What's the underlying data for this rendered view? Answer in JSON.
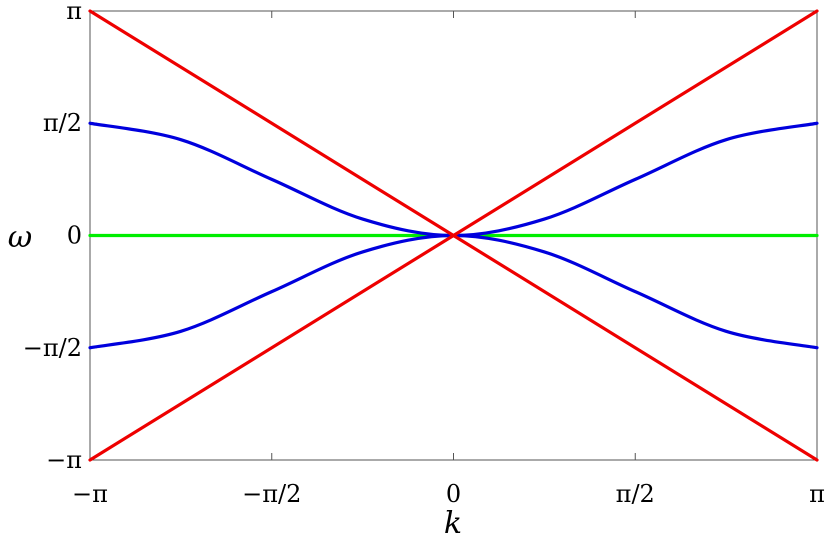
{
  "chart_data": {
    "type": "line",
    "xlabel": "k",
    "ylabel": "ω",
    "xlim": [
      -3.14159,
      3.14159
    ],
    "ylim": [
      -3.14159,
      3.14159
    ],
    "grid": false,
    "x_ticks": [
      {
        "value": -3.14159,
        "label": "−π"
      },
      {
        "value": -1.5708,
        "label": "−π/2"
      },
      {
        "value": 0,
        "label": "0"
      },
      {
        "value": 1.5708,
        "label": "π/2"
      },
      {
        "value": 3.14159,
        "label": "π"
      }
    ],
    "y_ticks": [
      {
        "value": -3.14159,
        "label": "−π"
      },
      {
        "value": -1.5708,
        "label": "−π/2"
      },
      {
        "value": 0,
        "label": "0"
      },
      {
        "value": 1.5708,
        "label": "π/2"
      },
      {
        "value": 3.14159,
        "label": "π"
      }
    ],
    "series": [
      {
        "color": "#00ee00",
        "x": [
          -3.14159,
          3.14159
        ],
        "y": [
          0,
          0
        ]
      },
      {
        "color": "#0000dd",
        "x": [
          -3.14159,
          -2.35619,
          -1.5708,
          -0.7854,
          0,
          0.7854,
          1.5708,
          2.35619,
          3.14159
        ],
        "y": [
          1.5708,
          1.3408,
          0.7854,
          0.23,
          0,
          0.23,
          0.7854,
          1.3408,
          1.5708
        ]
      },
      {
        "color": "#0000dd",
        "x": [
          -3.14159,
          -2.35619,
          -1.5708,
          -0.7854,
          0,
          0.7854,
          1.5708,
          2.35619,
          3.14159
        ],
        "y": [
          -1.5708,
          -1.3408,
          -0.7854,
          -0.23,
          0,
          -0.23,
          -0.7854,
          -1.3408,
          -1.5708
        ]
      },
      {
        "color": "#ee0000",
        "x": [
          -3.14159,
          0,
          3.14159
        ],
        "y": [
          -3.14159,
          0,
          3.14159
        ]
      },
      {
        "color": "#ee0000",
        "x": [
          -3.14159,
          0,
          3.14159
        ],
        "y": [
          3.14159,
          0,
          -3.14159
        ]
      }
    ]
  }
}
